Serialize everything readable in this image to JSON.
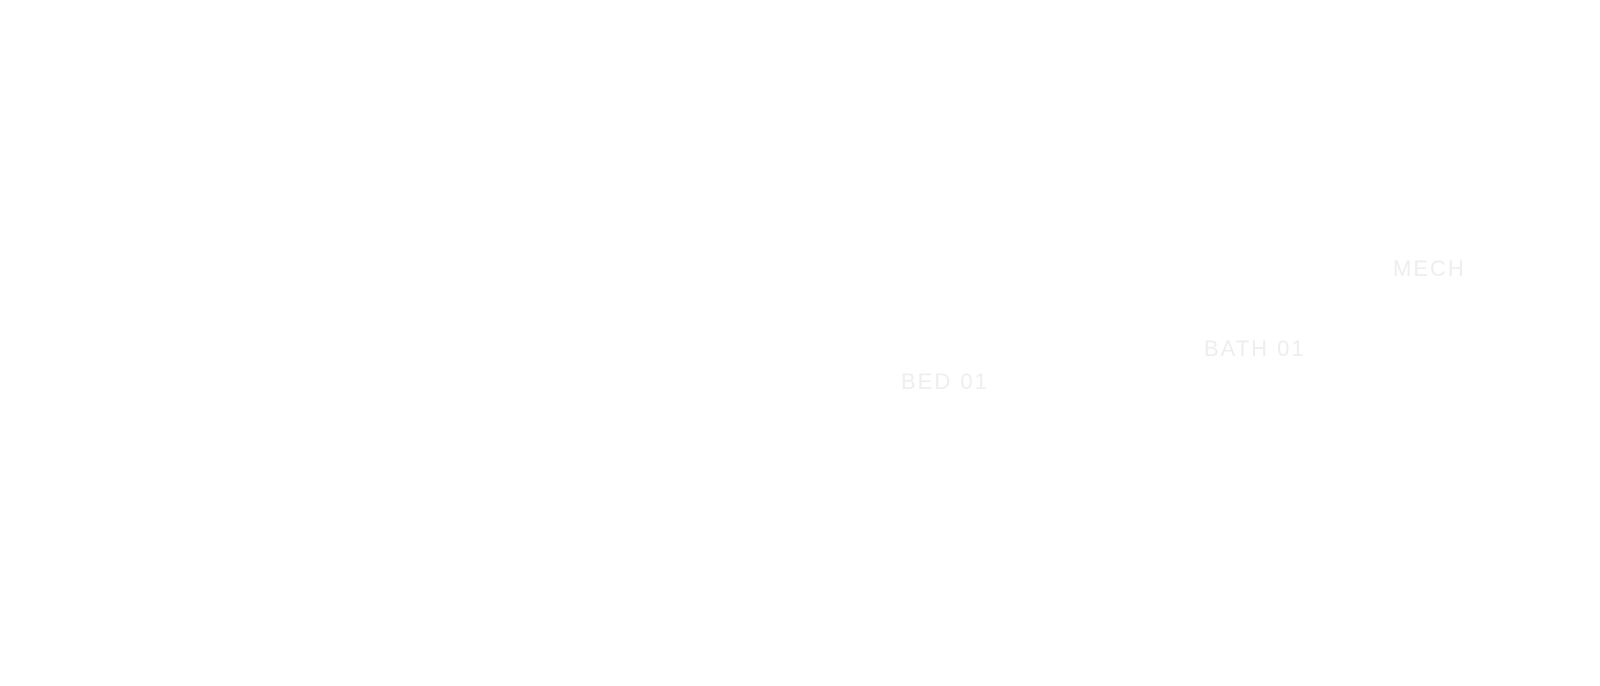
{
  "floor_plan": {
    "label_color": "#eeeeee",
    "background_color": "#ffffff",
    "rooms": [
      {
        "id": "mech",
        "label": "MECH"
      },
      {
        "id": "bath-01",
        "label": "BATH 01"
      },
      {
        "id": "bed-01",
        "label": "BED 01"
      }
    ]
  }
}
